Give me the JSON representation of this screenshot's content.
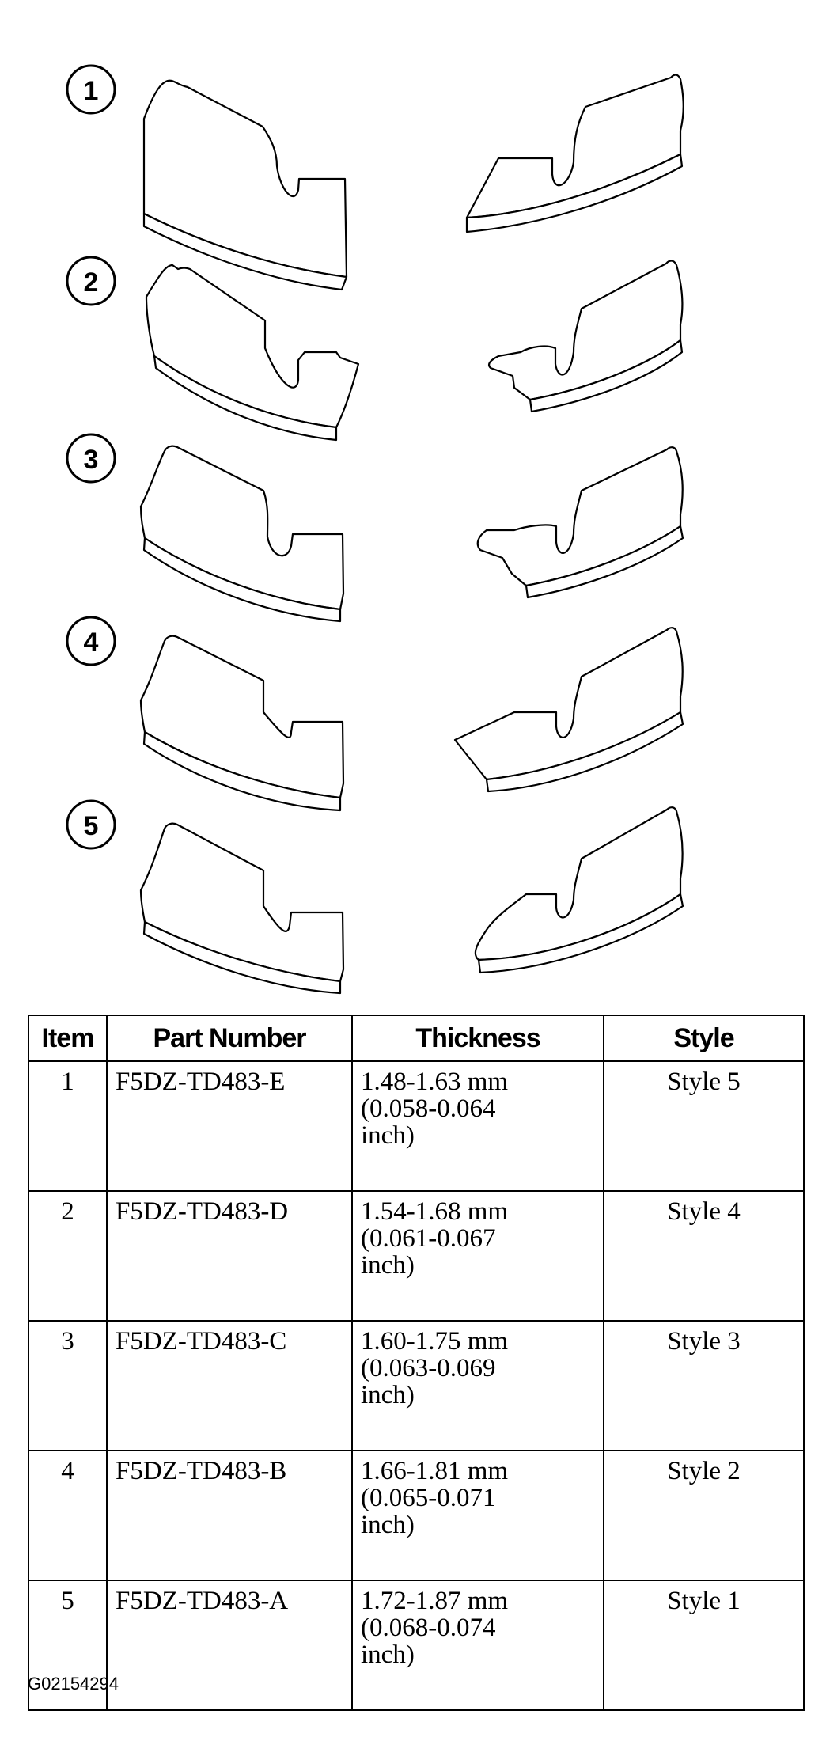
{
  "callouts": [
    "1",
    "2",
    "3",
    "4",
    "5"
  ],
  "table": {
    "headers": [
      "Item",
      "Part Number",
      "Thickness",
      "Style"
    ],
    "rows": [
      {
        "item": "1",
        "part_number": "F5DZ-TD483-E",
        "thickness_mm": "1.48-1.63 mm",
        "thickness_in_1": "(0.058-0.064",
        "thickness_in_2": "inch)",
        "style": "Style 5"
      },
      {
        "item": "2",
        "part_number": "F5DZ-TD483-D",
        "thickness_mm": "1.54-1.68 mm",
        "thickness_in_1": "(0.061-0.067",
        "thickness_in_2": "inch)",
        "style": "Style 4"
      },
      {
        "item": "3",
        "part_number": "F5DZ-TD483-C",
        "thickness_mm": "1.60-1.75 mm",
        "thickness_in_1": "(0.063-0.069",
        "thickness_in_2": "inch)",
        "style": "Style 3"
      },
      {
        "item": "4",
        "part_number": "F5DZ-TD483-B",
        "thickness_mm": "1.66-1.81 mm",
        "thickness_in_1": "(0.065-0.071",
        "thickness_in_2": "inch)",
        "style": "Style 2"
      },
      {
        "item": "5",
        "part_number": "F5DZ-TD483-A",
        "thickness_mm": "1.72-1.87 mm",
        "thickness_in_1": "(0.068-0.074",
        "thickness_in_2": "inch)",
        "style": "Style 1"
      }
    ]
  },
  "figure_code": "G02154294"
}
